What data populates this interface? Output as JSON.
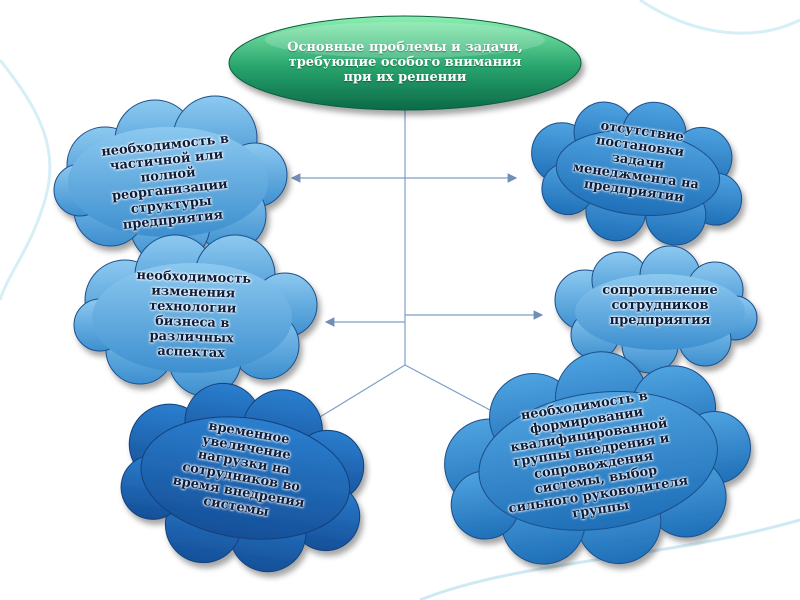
{
  "title": "Основные проблемы и задачи, требующие особого внимания при их решении",
  "clouds": [
    {
      "name": "cloud-reorganization",
      "text": "необходимость в частичной или полной реорганизации структуры предприятия"
    },
    {
      "name": "cloud-management-task",
      "text": "отсутствие постановки задачи менеджмента на предприятии"
    },
    {
      "name": "cloud-technology-change",
      "text": "необходимость изменения технологии бизнеса в различных аспектах"
    },
    {
      "name": "cloud-staff-resistance",
      "text": "сопротивление сотрудников предприятия"
    },
    {
      "name": "cloud-temporary-load",
      "text": "временное увеличение нагрузки на сотрудников во время внедрения системы"
    },
    {
      "name": "cloud-qualified-group",
      "text": "необходимость в формировании квалифицированной группы внедрения и сопровождения системы, выбор сильного руководителя группы"
    }
  ],
  "colors": {
    "ellipse_top": "#7fe6a8",
    "ellipse_bottom": "#0d7a55",
    "cloud_light": "#6fb6e6",
    "cloud_mid": "#2f86c8",
    "cloud_dark": "#1a5fa8",
    "lines": "#6f8fb8",
    "wave": "#bfe3f0"
  }
}
